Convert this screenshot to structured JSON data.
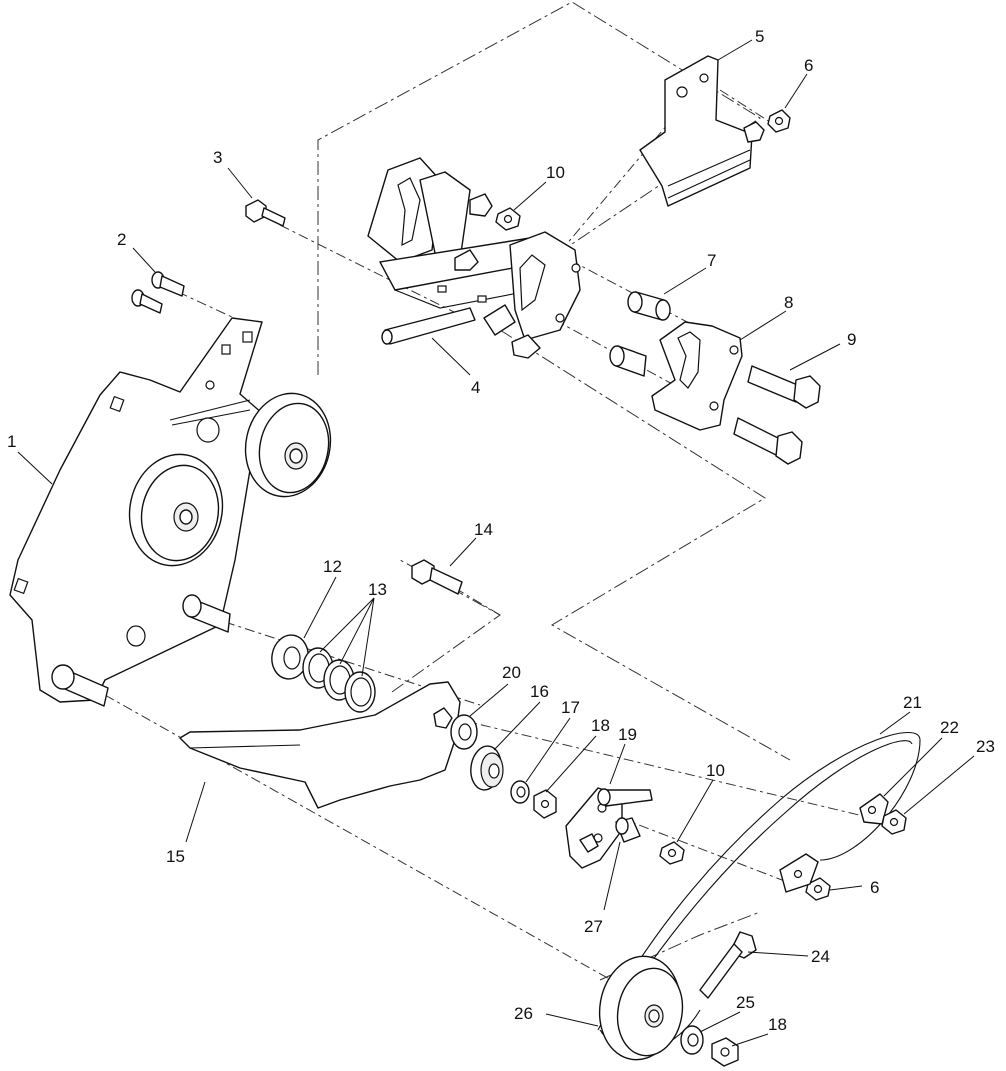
{
  "callouts": [
    {
      "id": "c1",
      "label": "1"
    },
    {
      "id": "c2",
      "label": "2"
    },
    {
      "id": "c3",
      "label": "3"
    },
    {
      "id": "c4",
      "label": "4"
    },
    {
      "id": "c5",
      "label": "5"
    },
    {
      "id": "c6a",
      "label": "6"
    },
    {
      "id": "c6b",
      "label": "6"
    },
    {
      "id": "c7",
      "label": "7"
    },
    {
      "id": "c8",
      "label": "8"
    },
    {
      "id": "c9",
      "label": "9"
    },
    {
      "id": "c10a",
      "label": "10"
    },
    {
      "id": "c10b",
      "label": "10"
    },
    {
      "id": "c12",
      "label": "12"
    },
    {
      "id": "c13",
      "label": "13"
    },
    {
      "id": "c14",
      "label": "14"
    },
    {
      "id": "c15",
      "label": "15"
    },
    {
      "id": "c16",
      "label": "16"
    },
    {
      "id": "c17",
      "label": "17"
    },
    {
      "id": "c18a",
      "label": "18"
    },
    {
      "id": "c18b",
      "label": "18"
    },
    {
      "id": "c19",
      "label": "19"
    },
    {
      "id": "c20",
      "label": "20"
    },
    {
      "id": "c21",
      "label": "21"
    },
    {
      "id": "c22",
      "label": "22"
    },
    {
      "id": "c23",
      "label": "23"
    },
    {
      "id": "c24",
      "label": "24"
    },
    {
      "id": "c25",
      "label": "25"
    },
    {
      "id": "c26",
      "label": "26"
    },
    {
      "id": "c27",
      "label": "27"
    }
  ]
}
